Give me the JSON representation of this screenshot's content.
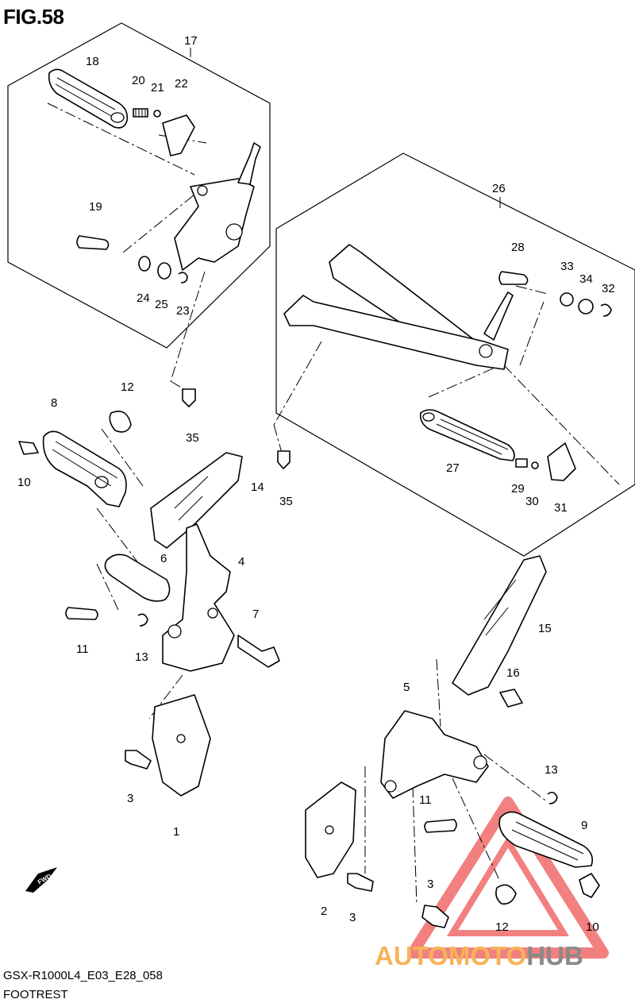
{
  "figure": {
    "title": "FIG.58"
  },
  "footer": {
    "model_code": "GSX-R1000L4_E03_E28_058",
    "section": "FOOTREST"
  },
  "callouts": {
    "p1": "1",
    "p2": "2",
    "p3a": "3",
    "p3b": "3",
    "p3c": "3",
    "p4": "4",
    "p5": "5",
    "p6": "6",
    "p7": "7",
    "p8": "8",
    "p9": "9",
    "p10a": "10",
    "p10b": "10",
    "p11a": "11",
    "p11b": "11",
    "p12a": "12",
    "p12b": "12",
    "p13a": "13",
    "p13b": "13",
    "p14": "14",
    "p15": "15",
    "p16": "16",
    "p17": "17",
    "p18": "18",
    "p19": "19",
    "p20": "20",
    "p21": "21",
    "p22": "22",
    "p23": "23",
    "p24": "24",
    "p25": "25",
    "p26": "26",
    "p27": "27",
    "p28": "28",
    "p29": "29",
    "p30": "30",
    "p31": "31",
    "p32": "32",
    "p33": "33",
    "p34": "34",
    "p35a": "35",
    "p35b": "35"
  },
  "fwd_arrow": {
    "label": "FWD"
  },
  "watermark": {
    "part1": "AUTOMOTO",
    "part2": "HUB",
    "color1": "#f7b35a",
    "color2": "#8a8a8a",
    "triangle_color": "#f06b6b"
  }
}
